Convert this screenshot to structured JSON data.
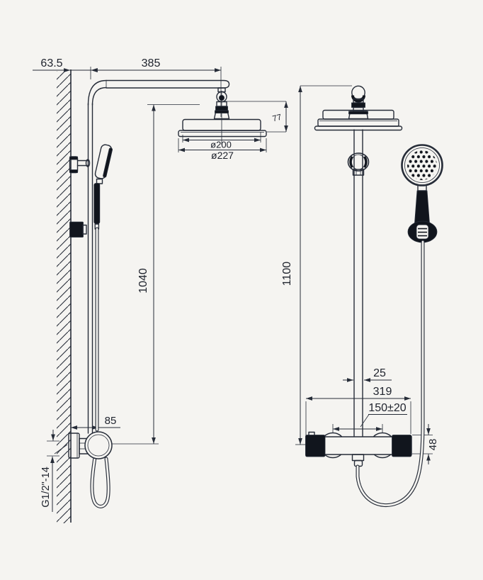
{
  "drawing": {
    "type": "technical-dimension-drawing",
    "subject": "thermostatic shower column, side and front views",
    "background": "#f5f4f1",
    "colors": {
      "line": "#262c38",
      "dark_fill": "#11151d",
      "text": "#20242e"
    }
  },
  "dims": {
    "wall_offset": "63.5",
    "arm_reach": "385",
    "head_drop": "77",
    "head_face_dia": "ø200",
    "head_outer_dia": "ø227",
    "riser_height": "1040",
    "valve_offset": "85",
    "inlet_thread": "G1/2\"-14",
    "overall_height": "1100",
    "pipe_width": "25",
    "valve_width": "319",
    "inlet_spacing": "150±20",
    "valve_height": "48"
  }
}
